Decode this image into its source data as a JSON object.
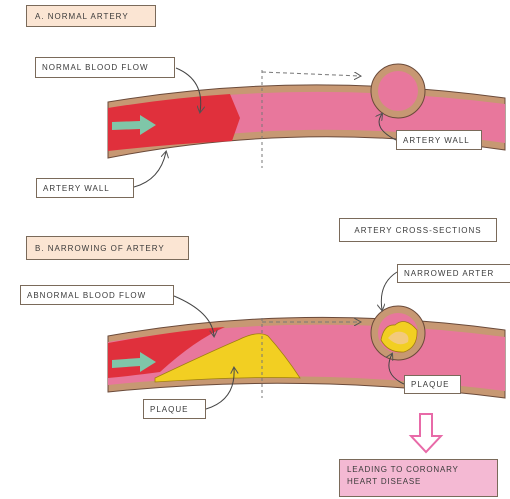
{
  "section_a": {
    "title": "A. NORMAL ARTERY",
    "flow_label": "NORMAL BLOOD FLOW",
    "wall_label": "ARTERY WALL",
    "cross_section_wall_label": "ARTERY WALL"
  },
  "section_b": {
    "title": "B. NARROWING OF ARTERY",
    "flow_label": "ABNORMAL BLOOD FLOW",
    "plaque_label": "PLAQUE",
    "narrowed_label": "NARROWED ARTER",
    "cross_section_plaque_label": "PLAQUE"
  },
  "cross_sections_title": "ARTERY CROSS-SECTIONS",
  "outcome_line1": "LEADING TO CORONARY",
  "outcome_line2": "HEART DISEASE",
  "colors": {
    "wall": "#c79873",
    "lumen": "#e8779c",
    "blood": "#e0303c",
    "plaque": "#f2cf22",
    "arrow": "#7fc6a8",
    "title_bg": "#fbe5d3",
    "outcome_bg": "#f4b9d3",
    "down_arrow": "#e86aa8"
  }
}
